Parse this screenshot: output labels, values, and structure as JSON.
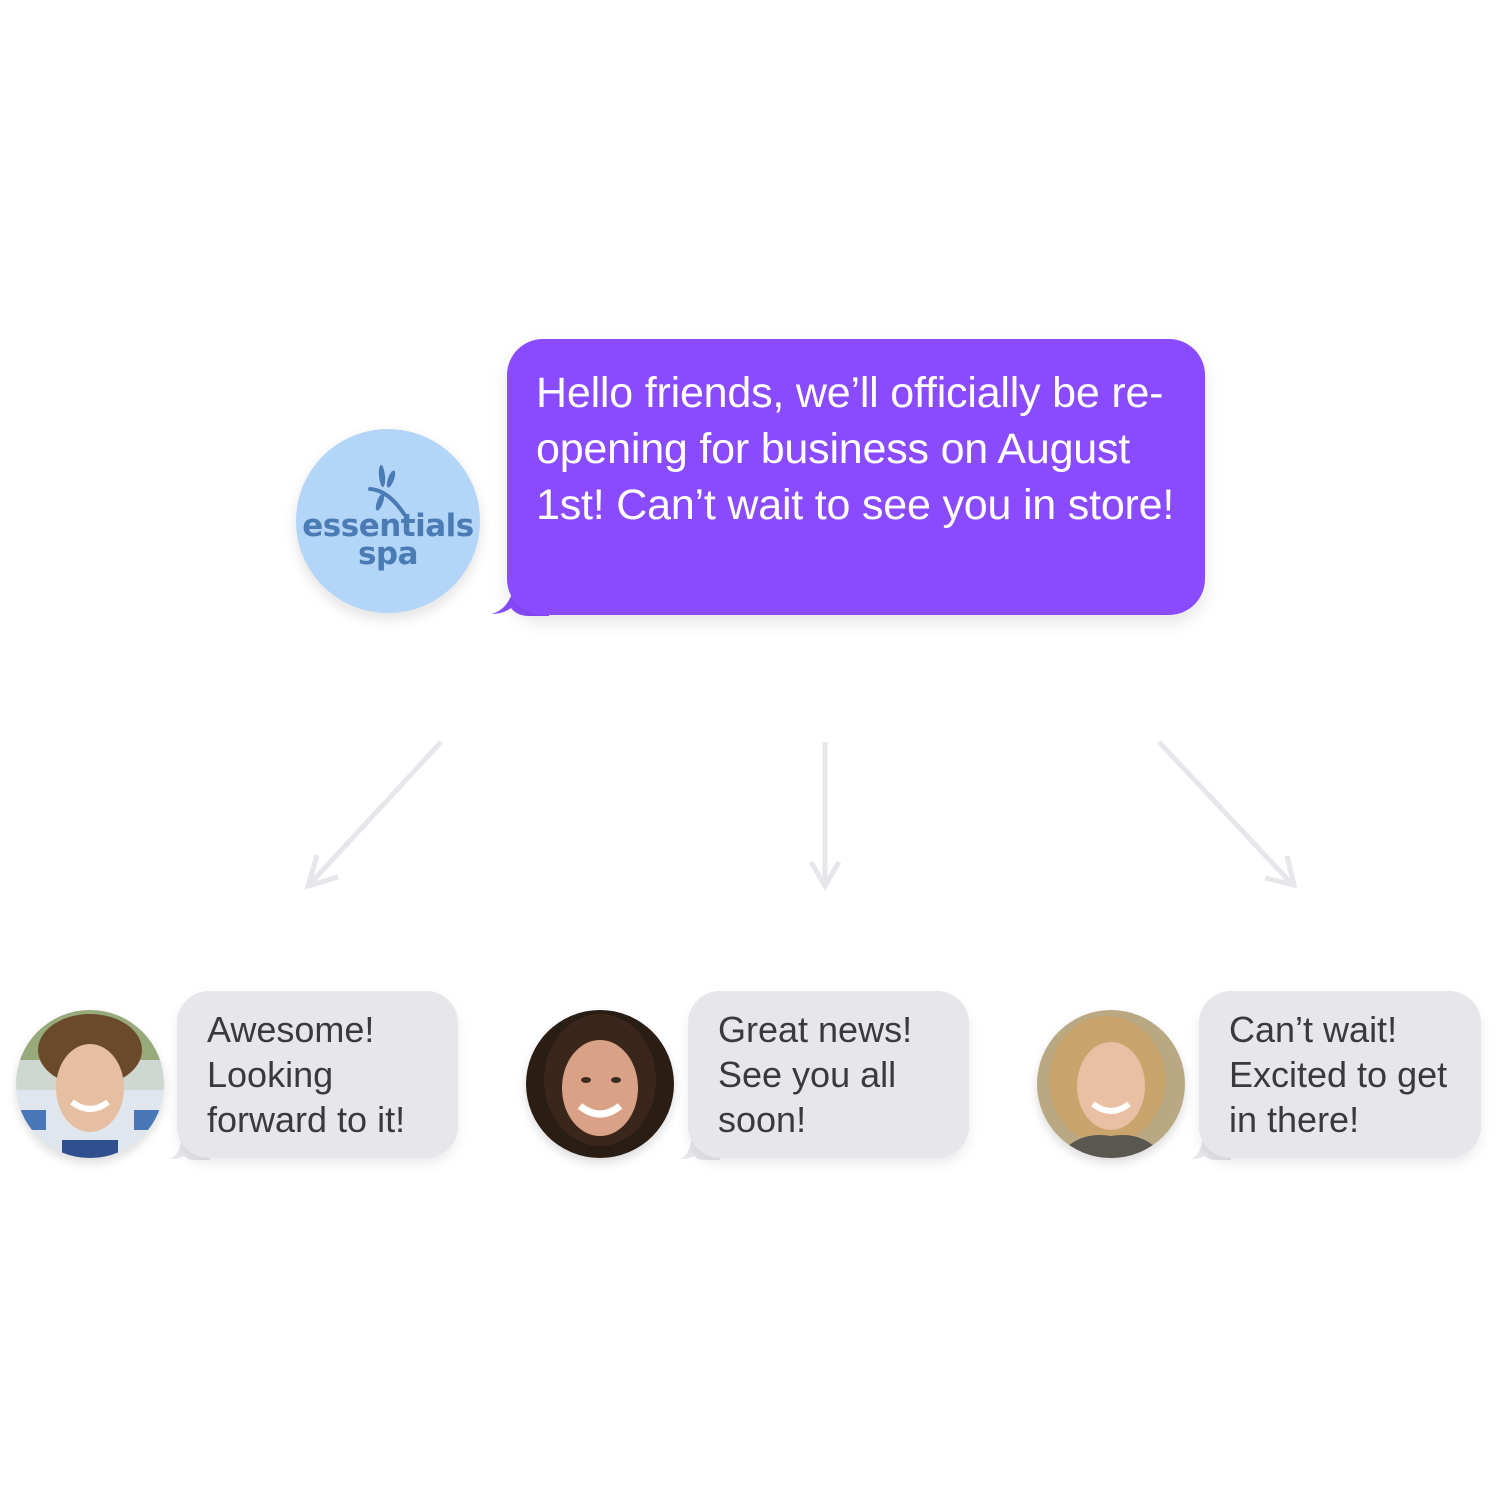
{
  "sender": {
    "name_line1": "essentials",
    "name_line2": "spa",
    "logo_icon": "dragonfly-icon",
    "message": "Hello friends, we’ll officially be re-opening for business on August 1st! Can’t wait to see you in store!"
  },
  "colors": {
    "sender_bubble": "#8a4bff",
    "sender_text": "#ffffff",
    "brand_avatar_bg": "#b3d5f7",
    "brand_text": "#4a7bb5",
    "reply_bubble": "#e6e6eb",
    "reply_text": "#3a3a3c",
    "arrow": "#e6e6eb"
  },
  "arrows": [
    {
      "direction": "down-left",
      "icon": "arrow-down-left-icon"
    },
    {
      "direction": "down",
      "icon": "arrow-down-icon"
    },
    {
      "direction": "down-right",
      "icon": "arrow-down-right-icon"
    }
  ],
  "replies": [
    {
      "avatar": "man-curly-hair-avatar",
      "message": "Awesome! Looking forward to it!"
    },
    {
      "avatar": "woman-dark-hair-avatar",
      "message": "Great news! See you all soon!"
    },
    {
      "avatar": "woman-blonde-hair-avatar",
      "message": "Can’t wait! Excited to get in there!"
    }
  ]
}
